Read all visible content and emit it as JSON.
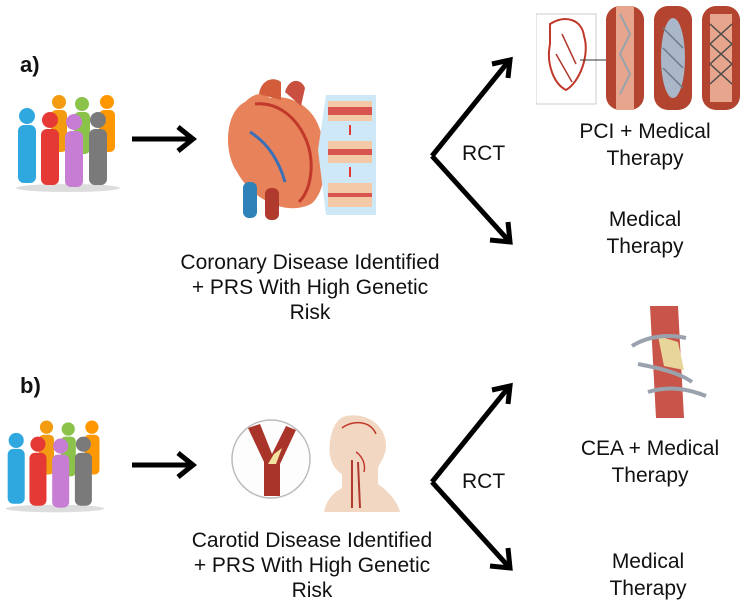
{
  "panel_a": {
    "label": "a)",
    "caption_lines": [
      "Coronary Disease Identified",
      "+ PRS With High Genetic",
      "Risk"
    ],
    "rct_label": "RCT",
    "outcome_top": [
      "PCI + Medical",
      "Therapy"
    ],
    "outcome_bottom": [
      "Medical",
      "Therapy"
    ],
    "icons": [
      "crowd-icon",
      "heart-icon",
      "artery-plaque-inset-icon",
      "coronary-stent-icon"
    ]
  },
  "panel_b": {
    "label": "b)",
    "caption_lines": [
      "Carotid Disease Identified",
      "+ PRS With High Genetic",
      "Risk"
    ],
    "rct_label": "RCT",
    "outcome_top": [
      "CEA + Medical",
      "Therapy"
    ],
    "outcome_bottom": [
      "Medical",
      "Therapy"
    ],
    "icons": [
      "crowd-icon",
      "carotid-artery-icon",
      "head-neck-icon",
      "endarterectomy-icon"
    ]
  },
  "colors": {
    "arrow": "#000000",
    "heart": "#e8825a",
    "artery": "#b8322a",
    "stent": "#9aa3ad"
  }
}
